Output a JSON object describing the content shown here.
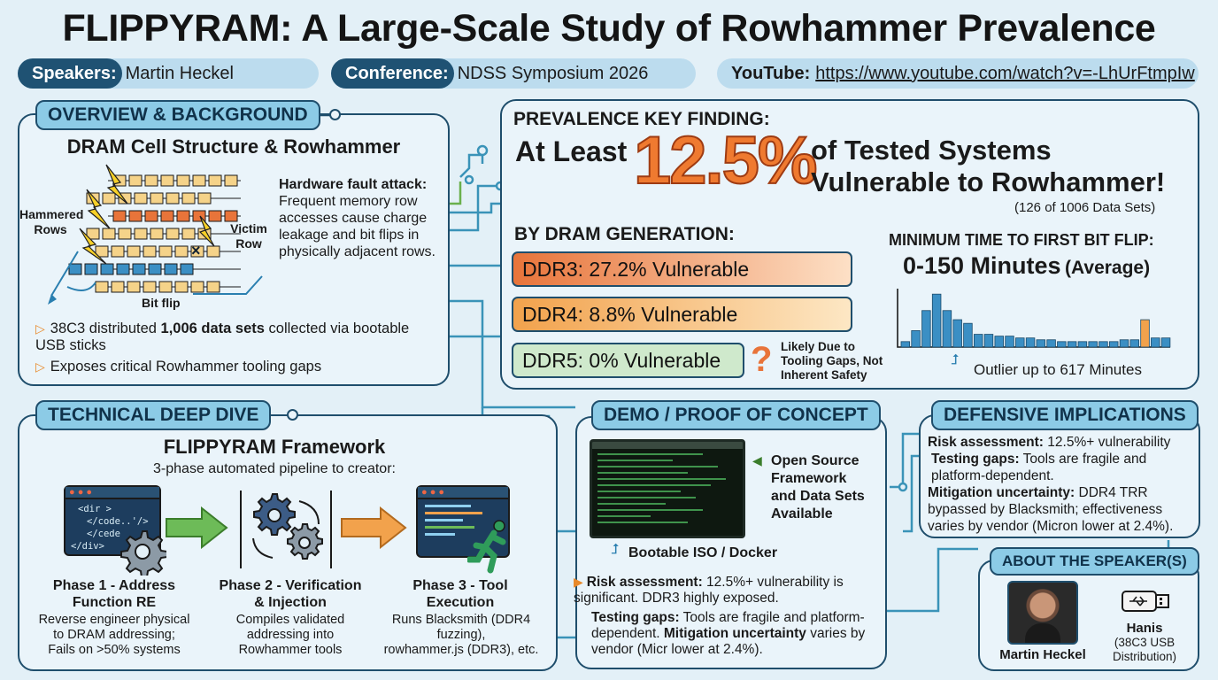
{
  "title": "FLIPPYRAM: A Large-Scale Study of Rowhammer Prevalence",
  "header": {
    "speakers_label": "Speakers:",
    "speakers_value": "Martin Heckel",
    "conference_label": "Conference:",
    "conference_value": "NDSS Symposium 2026",
    "youtube_label": "YouTube:",
    "youtube_url": "https://www.youtube.com/watch?v=-LhUrFtmpIw"
  },
  "overview": {
    "tag": "OVERVIEW & BACKGROUND",
    "heading": "DRAM Cell Structure & Rowhammer",
    "hammered_label": "Hammered\nRows",
    "victim_label": "Victim\nRow",
    "bitflip_label": "Bit flip",
    "x_mark": "×",
    "description_bold": "Hardware fault attack:",
    "description_text": "Frequent memory row accesses cause charge leakage and bit flips in physically adjacent rows.",
    "bullet1_pre": "38C3 distributed ",
    "bullet1_bold": "1,006 data sets",
    "bullet1_post": " collected via bootable USB sticks",
    "bullet2": "Exposes critical Rowhammer tooling gaps"
  },
  "prevalence": {
    "heading": "PREVALENCE KEY FINDING:",
    "at_least": "At Least",
    "big_number": "12.5%",
    "line1": "of Tested Systems",
    "line2": "Vulnerable to Rowhammer!",
    "sub": "(126 of 1006 Data Sets)",
    "gen_heading": "BY DRAM GENERATION:",
    "bars": [
      {
        "label": "DDR3: 27.2% Vulnerable",
        "fraction": 0.272,
        "color": "#e8743a"
      },
      {
        "label": "DDR4: 8.8% Vulnerable",
        "fraction": 0.088,
        "color": "#f2a24c"
      },
      {
        "label": "DDR5: 0% Vulnerable",
        "fraction": 0.0,
        "color": "#c6e6c4"
      }
    ],
    "question_mark": "?",
    "ddr5_note": "Likely Due to\nTooling Gaps, Not\nInherent Safety",
    "min_time_heading": "MINIMUM TIME TO FIRST BIT FLIP:",
    "min_time_value": "0-150 Minutes",
    "min_time_avg": "(Average)",
    "outlier_label": "Outlier up to 617 Minutes",
    "histogram_bar_color": "#3b8fc4",
    "histogram_outlier_color": "#f2a24c"
  },
  "chart_data": {
    "type": "bar",
    "title": "",
    "xlabel": "",
    "ylabel": "",
    "values": [
      1.5,
      4.5,
      10,
      14.5,
      10,
      7.5,
      6.5,
      3.5,
      3.5,
      3,
      3,
      2.5,
      2.5,
      2,
      2,
      1.5,
      1.5,
      1.5,
      1.5,
      1.5,
      1.5,
      2,
      2,
      7.5,
      2.5,
      2.5
    ],
    "outlier_index": 23,
    "ylim": [
      0,
      16
    ]
  },
  "deep_dive": {
    "tag": "TECHNICAL DEEP DIVE",
    "heading": "FLIPPYRAM Framework",
    "sub": "3-phase automated pipeline to creator:",
    "code_lines": [
      "<dir >",
      "</code..'/>",
      "</cede",
      "</div>"
    ],
    "phases": [
      {
        "title": "Phase 1 - Address\nFunction RE",
        "desc": "Reverse engineer physical\nto DRAM addressing;\nFails on >50% systems"
      },
      {
        "title": "Phase 2 - Verification\n& Injection",
        "desc": "Compiles validated\naddressing into\nRowhammer tools"
      },
      {
        "title": "Phase 3 - Tool\nExecution",
        "desc": "Runs Blacksmith (DDR4\nfuzzing),\nrowhammer.js (DDR3), etc."
      }
    ]
  },
  "demo": {
    "tag": "DEMO / PROOF OF CONCEPT",
    "open_source": "Open Source\nFramework\nand Data Sets\nAvailable",
    "bootable": "Bootable ISO / Docker",
    "risk_bold": "Risk assessment:",
    "risk_text": " 12.5%+ vulnerability is significant. DDR3 highly exposed.",
    "gaps_bold": "Testing gaps:",
    "gaps_text": " Tools are fragile and platform-dependent. ",
    "mit_bold": "Mitigation uncertainty",
    "mit_text": " varies by vendor (Micr lower at 2.4%)."
  },
  "defensive": {
    "tag": "DEFENSIVE IMPLICATIONS",
    "risk_bold": "Risk assessment:",
    "risk_text": " 12.5%+ vulnerability",
    "gaps_bold": "Testing gaps:",
    "gaps_text": " Tools are fragile and platform-dependent.",
    "mit_bold": "Mitigation uncertainty:",
    "mit_text": " DDR4 TRR bypassed by Blacksmith; effectiveness varies by vendor (Micron lower at 2.4%)."
  },
  "speaker": {
    "tag": "ABOUT THE SPEAKER(S)",
    "name1": "Martin Heckel",
    "name2": "Hanis",
    "name2_sub": "(38C3 USB\nDistribution)"
  }
}
